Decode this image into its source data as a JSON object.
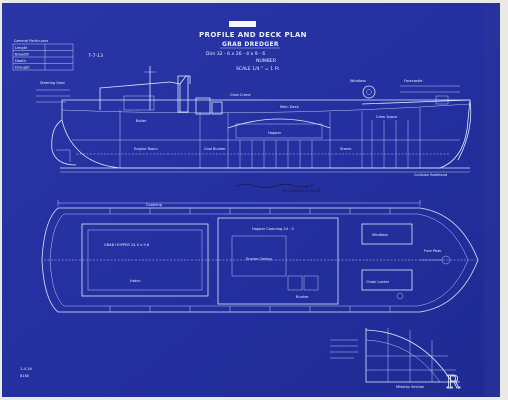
{
  "title": {
    "line1": "PROFILE AND DECK PLAN",
    "line2": "GRAB DREDGER",
    "dims": "Dim 32 - 6 x 26 - 4 x 9 - 6",
    "ref": "SCALE 1/4 ” = 1 Ft",
    "number": "NUMBER"
  },
  "top_left": {
    "heading": "General Particulars",
    "lines": [
      "Length",
      "Breadth",
      "Depth",
      "Draught"
    ],
    "date": "7-7-13"
  },
  "profile_labels": [
    "Boiler",
    "Engine Room",
    "Hopper",
    "Grab Crane",
    "Forecastle",
    "Crew Space",
    "Steering Gear",
    "Coal Bunker",
    "Stores",
    "Collision Bulkhead",
    "Windlass",
    "Main Deck"
  ],
  "plan_labels": {
    "left_hold": "GRAB HOPPER  24.0 x 9.6",
    "upper_note": "Coaming",
    "centre_top": "Hopper Coaming 24 - 0",
    "centre_bot": "Engine Casing",
    "right_a": "Windlass",
    "right_b": "Chain Locker",
    "right_c": "Fore Peak",
    "mid_a": "Hatch",
    "mid_b": "Bunker"
  },
  "annotations": {
    "handwritten": "no ceiling in hold",
    "bottom_right": "Midship Section",
    "stamp": "R",
    "bottom_left_a": "1-4-16",
    "bottom_left_b": "8160"
  }
}
